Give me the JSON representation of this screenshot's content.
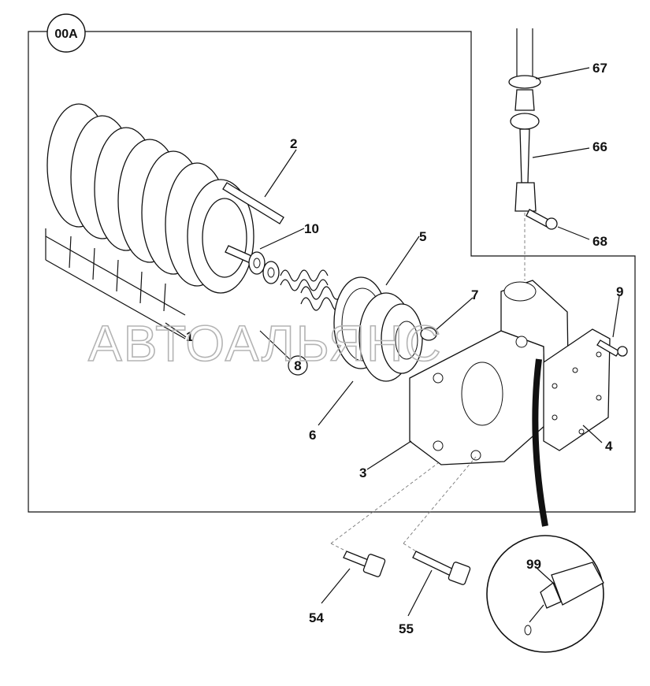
{
  "diagram": {
    "assembly_badge": "00A",
    "watermark": "АВТОАЛЬЯНС",
    "callouts": [
      {
        "id": "1",
        "label": "1"
      },
      {
        "id": "2",
        "label": "2"
      },
      {
        "id": "3",
        "label": "3"
      },
      {
        "id": "4",
        "label": "4"
      },
      {
        "id": "5",
        "label": "5"
      },
      {
        "id": "6",
        "label": "6"
      },
      {
        "id": "7",
        "label": "7"
      },
      {
        "id": "8",
        "label": "8"
      },
      {
        "id": "9",
        "label": "9"
      },
      {
        "id": "10",
        "label": "10"
      },
      {
        "id": "54",
        "label": "54"
      },
      {
        "id": "55",
        "label": "55"
      },
      {
        "id": "66",
        "label": "66"
      },
      {
        "id": "67",
        "label": "67"
      },
      {
        "id": "68",
        "label": "68"
      },
      {
        "id": "99",
        "label": "99"
      }
    ]
  }
}
